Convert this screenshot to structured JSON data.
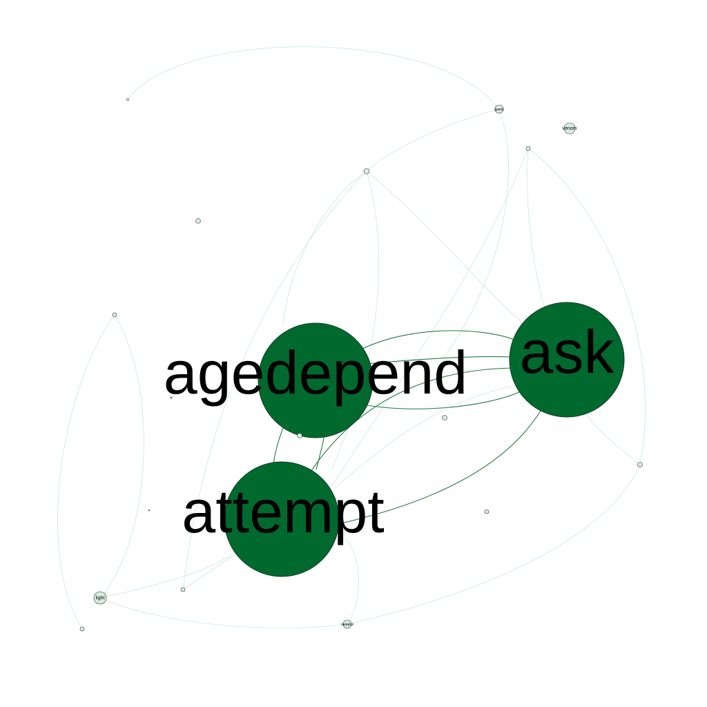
{
  "colors": {
    "background": "#ffffff",
    "big_node_fill": "#006a2e",
    "small_node_fill": "#d6ece3",
    "strong_edge": "#1f7a3a",
    "weak_edge": "#cfe6dc",
    "outline": "#333333"
  },
  "nodes": {
    "agedepend": {
      "label": "agedepend",
      "weight": "major"
    },
    "ask": {
      "label": "ask",
      "weight": "major"
    },
    "attempt": {
      "label": "attempt",
      "weight": "major"
    },
    "venom": {
      "label": "venom",
      "weight": "minor"
    },
    "light": {
      "label": "light",
      "weight": "minor"
    },
    "metabol": {
      "label": "metabol",
      "weight": "minor"
    },
    "queen": {
      "label": "queen",
      "weight": "minor"
    }
  }
}
